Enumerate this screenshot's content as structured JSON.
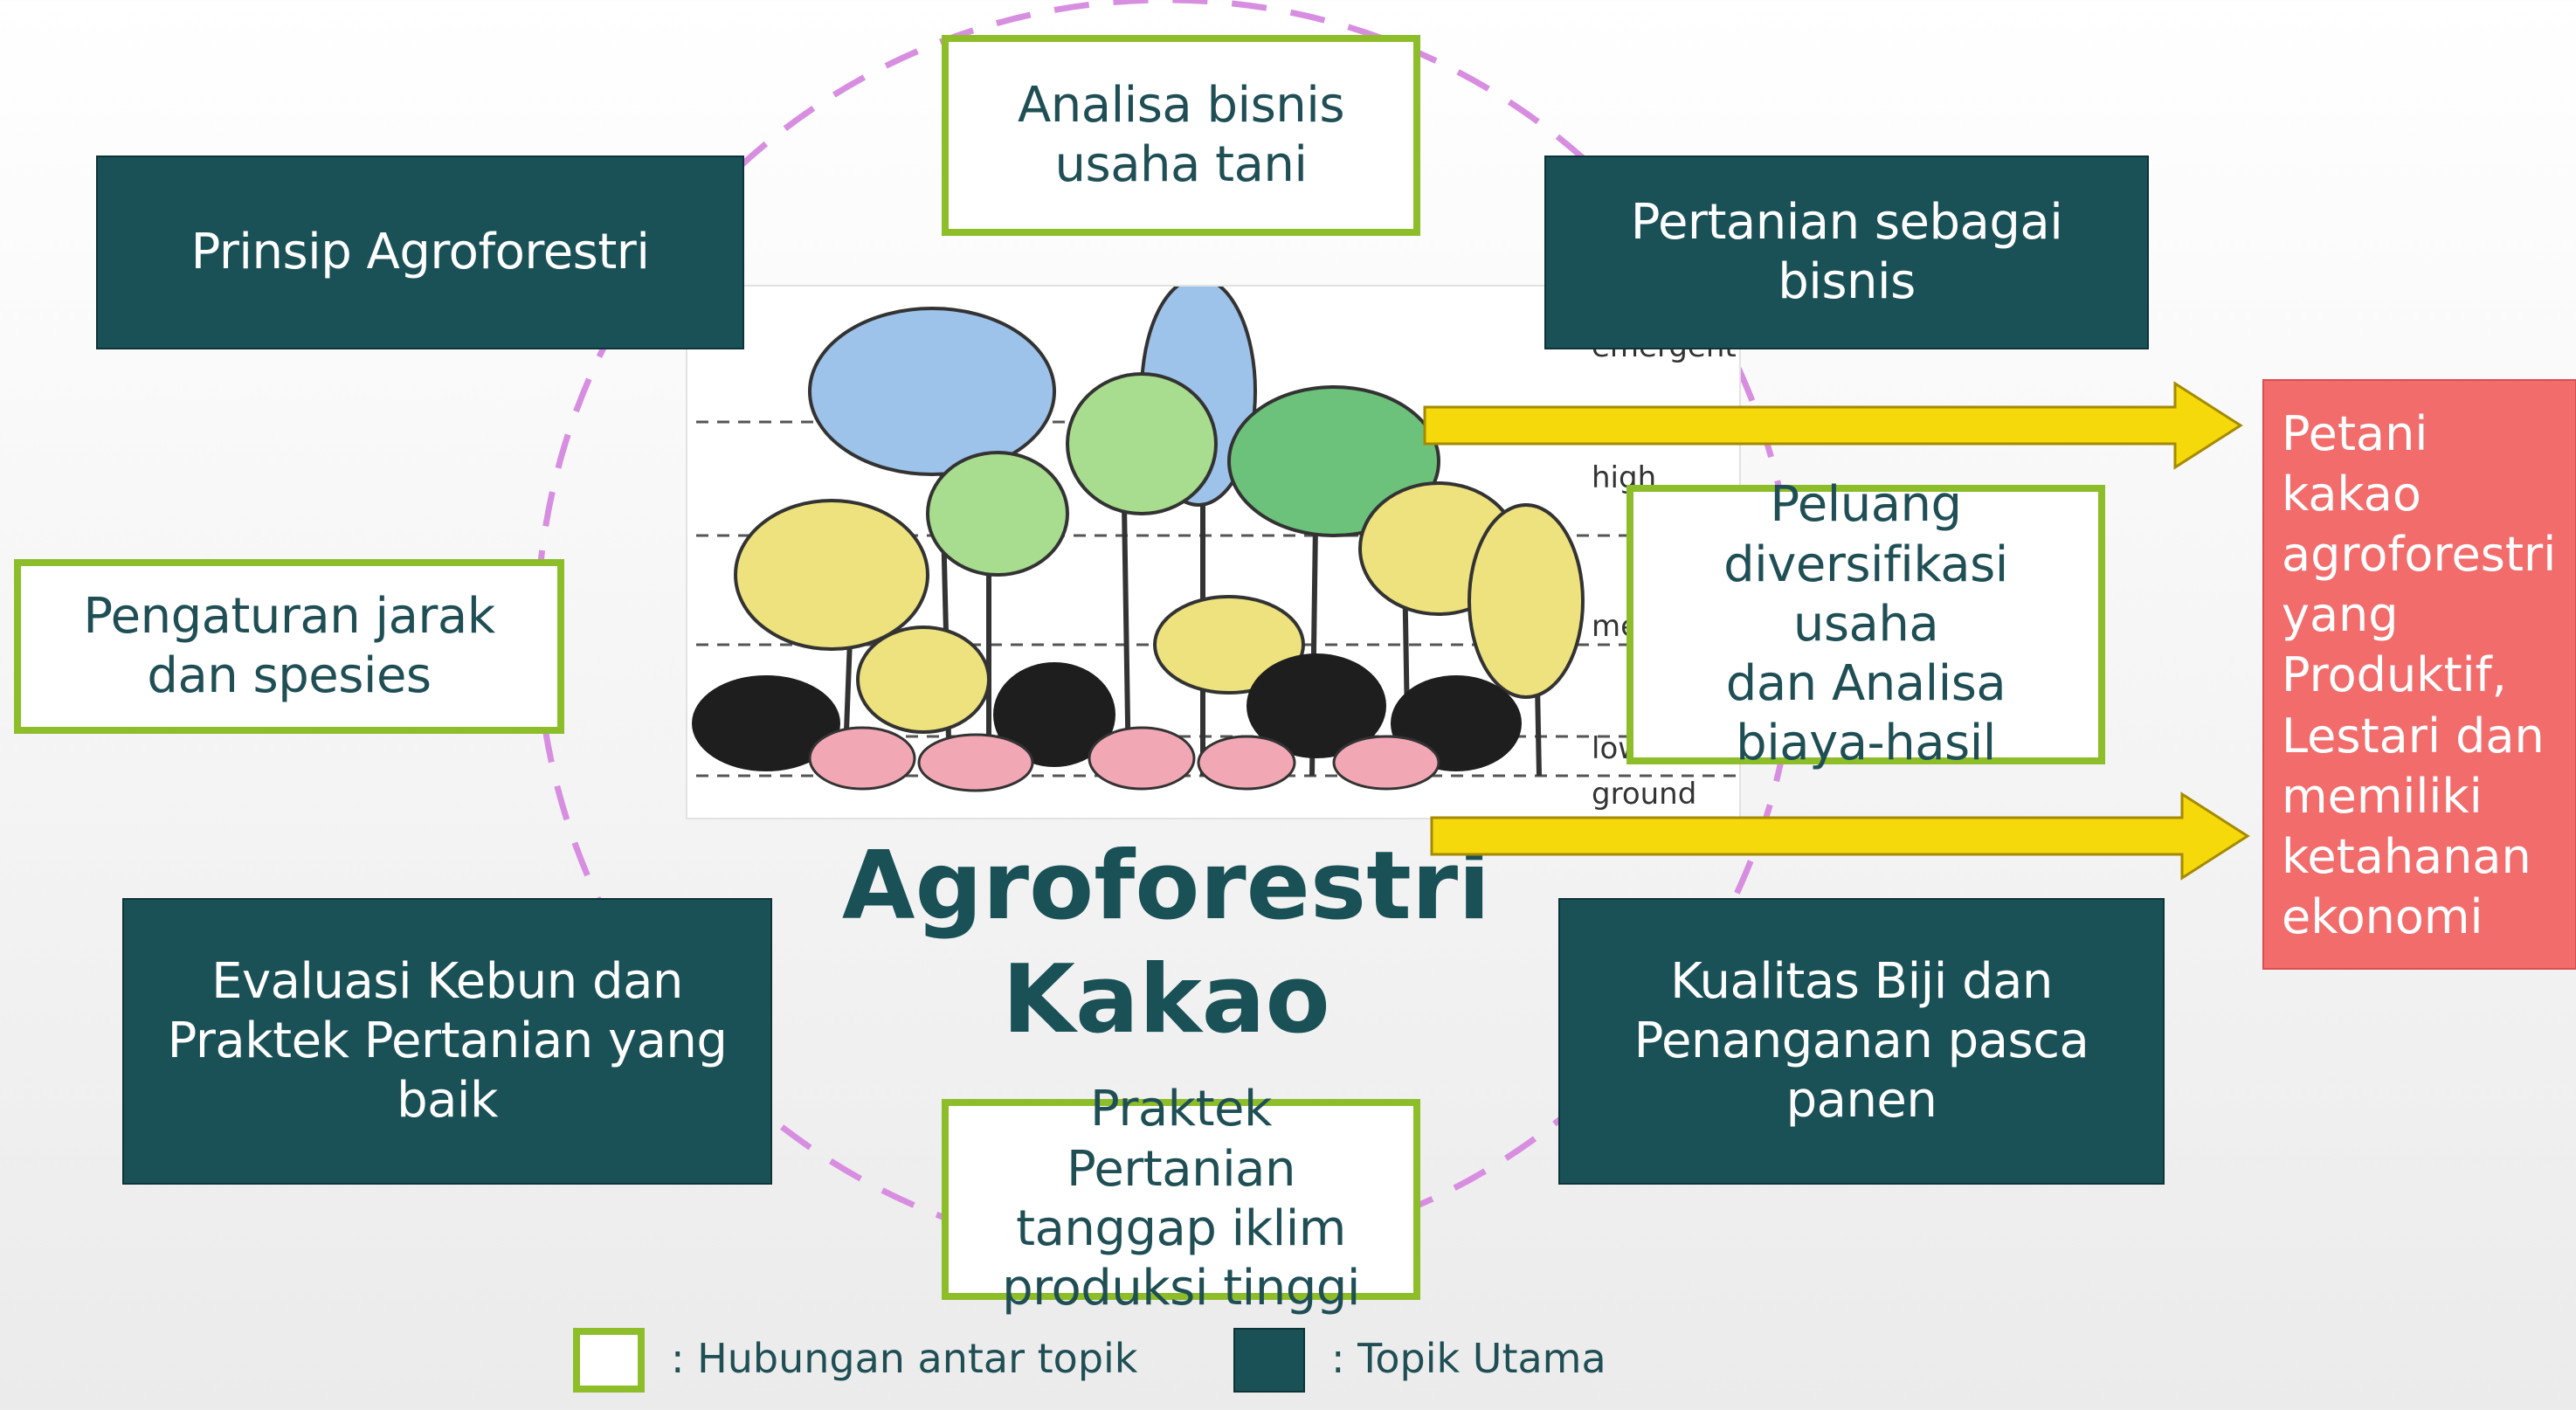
{
  "center_title": "Agroforestri\nKakao",
  "main_topics": {
    "prinsip": "Prinsip Agroforestri",
    "pertanian_bisnis": "Pertanian sebagai\nbisnis",
    "evaluasi": "Evaluasi Kebun dan\nPraktek Pertanian yang\nbaik",
    "kualitas": "Kualitas Biji dan\nPenanganan pasca\npanen"
  },
  "link_topics": {
    "analisa": "Analisa bisnis\nusaha tani",
    "pengaturan": "Pengaturan jarak\ndan spesies",
    "peluang": "Peluang\ndiversifikasi usaha\ndan Analisa\nbiaya-hasil",
    "praktek": "Praktek Pertanian\ntanggap iklim\nproduksi tinggi"
  },
  "outcome": "Petani\nkakao\nagroforestri\nyang\nProduktif,\nLestari dan\nmemiliki\nketahanan\nekonomi",
  "illustration_layers": {
    "emergent": "emergent",
    "high": "high",
    "medium": "me",
    "low": "low",
    "ground": "ground"
  },
  "legend": {
    "link_label": ": Hubungan antar topik",
    "main_label": ": Topik Utama"
  },
  "colors": {
    "main_topic": "#1a5157",
    "link_border": "#8dbe2a",
    "outcome": "#f26c6c",
    "arrow": "#f5d90a",
    "circle": "#d88ee0"
  }
}
